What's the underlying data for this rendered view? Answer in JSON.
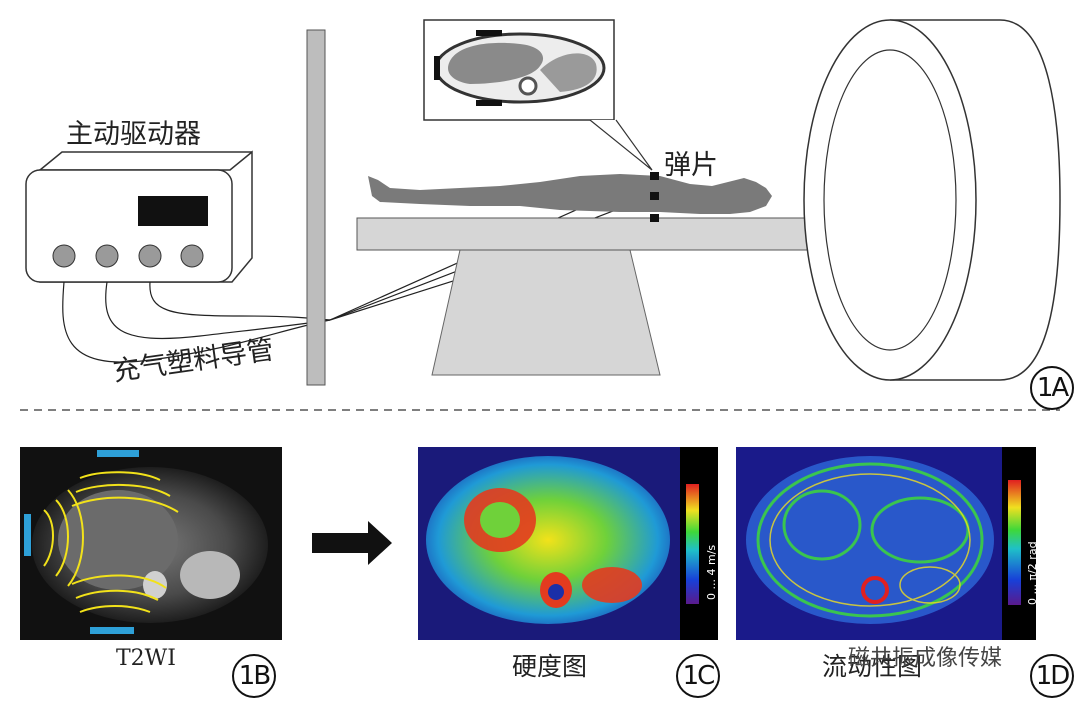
{
  "panel_a": {
    "driver_label": "主动驱动器",
    "tube_label": "充气塑料导管",
    "paddle_label": "弹片",
    "tag": "1A"
  },
  "panel_b": {
    "image_label": "T2WI",
    "tag": "1B"
  },
  "panel_c": {
    "image_label": "硬度图",
    "scale_label": "0 ... 4 m/s",
    "tag": "1C"
  },
  "panel_d": {
    "image_label": "流动性图",
    "scale_label": "0 ... π/2 rad",
    "tag": "1D"
  },
  "watermark": "磁共振成像传媒",
  "colors": {
    "paddle_blue": "#2ea0d8",
    "wave_yellow": "#f2e21a",
    "silhouette": "#7a7a7a",
    "device_gray": "#d9d9d9"
  }
}
